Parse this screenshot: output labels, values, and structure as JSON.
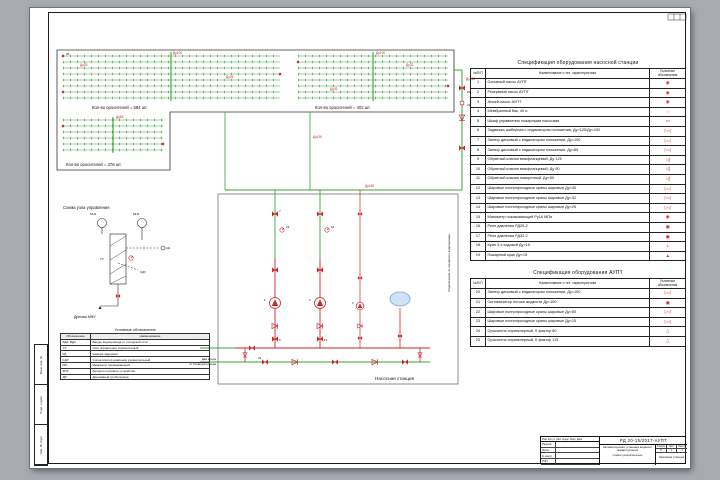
{
  "palette": {
    "background": "#a7abb0",
    "paper": "#ffffff",
    "pipe_green": "#3aa33a",
    "equip_red": "#cc2626",
    "line_black": "#333333",
    "tank_blue": "#cfe2f4"
  },
  "plan": {
    "count_a": "Кол-во оросителей = 584 шт.",
    "count_b": "Кол-во оросителей = 402 шт.",
    "count_c": "Кол-во оросителей = 376 шт.",
    "du": {
      "a": "Ду100",
      "b": "Ду100",
      "c": "Ду65",
      "d": "Ду25",
      "e": "Ду25",
      "f": "Ду32",
      "g": "Ду32",
      "main": "Ду150",
      "header": "Ду150",
      "riser": "Ду150"
    }
  },
  "control": {
    "title": "Схема узла управления",
    "labels": {
      "m1": "МН1",
      "m2": "МН2",
      "kd": "КД",
      "sdu": "СДУ",
      "uu": "УУ"
    },
    "drain": "Дренаж МФУ",
    "legend_caption": "Условные обозначения",
    "legend_headers": {
      "code": "Обозначение",
      "name": "Наименование"
    },
    "legend_rows": [
      {
        "code": "ВД1, ВД2",
        "name": "Вводы водопровода от городской сети"
      },
      {
        "code": "УУ",
        "name": "Узел управления спринклерный"
      },
      {
        "code": "КД",
        "name": "Камера задержки"
      },
      {
        "code": "СДУ",
        "name": "Сигнализатор давления универсальный"
      },
      {
        "code": "МН",
        "name": "Манометр показывающий"
      },
      {
        "code": "ЗПУ",
        "name": "Запорно-пусковое устройство"
      },
      {
        "code": "ДР",
        "name": "Дренажный трубопровод"
      }
    ]
  },
  "station": {
    "label": "Насосная станция",
    "inlet1": "Два ввода",
    "inlet2": "от Горводопровода",
    "side_note": "Подключение от городского водопровода"
  },
  "callouts": {
    "c20": "20",
    "c21": "21",
    "c7": "7",
    "c15": "15",
    "c16": "16",
    "c1": "1",
    "c2": "2",
    "c3": "3",
    "c6": "6",
    "c12": "12",
    "c22": "22",
    "c25": "25"
  },
  "spec1": {
    "title": "Спецификация оборудования насосной станции",
    "headers": {
      "num": "№П/П",
      "name": "Наименование и тех. характеристика",
      "sym": "Условные обозначения"
    },
    "rows": [
      {
        "num": "1",
        "name": "Основной насос АУПТ",
        "sym": "◉"
      },
      {
        "num": "2",
        "name": "Резервный насос АУПТ",
        "sym": "◉"
      },
      {
        "num": "3",
        "name": "Жокей-насос АУПТ",
        "sym": "◉"
      },
      {
        "num": "4",
        "name": "Мембранный бак, 40 л.",
        "sym": "○"
      },
      {
        "num": "5",
        "name": "Шкаф управления пожарными насосами",
        "sym": "▭"
      },
      {
        "num": "6",
        "name": "Задвижка шиберная с индикатором положения, Ду=125/Ду=150",
        "sym": "▷◁"
      },
      {
        "num": "7",
        "name": "Затвор дисковый с индикатором положения, Ду=100",
        "sym": "▷◁"
      },
      {
        "num": "8",
        "name": "Затвор дисковый с индикатором положения, Ду=65",
        "sym": "▷◁"
      },
      {
        "num": "9",
        "name": "Обратный клапан межфланцевый, Ду 125",
        "sym": "◁|"
      },
      {
        "num": "10",
        "name": "Обратный клапан межфланцевый, Ду 80",
        "sym": "◁|"
      },
      {
        "num": "11",
        "name": "Обратный клапан поворотный, Ду=50",
        "sym": "◁|"
      },
      {
        "num": "12",
        "name": "Шаровые полнопроходные краны шаровые Ду=40",
        "sym": "▷◁"
      },
      {
        "num": "13",
        "name": "Шаровые полнопроходные краны шаровые Ду=32",
        "sym": "▷◁"
      },
      {
        "num": "14",
        "name": "Шаровые полнопроходные краны шаровые Ду=25",
        "sym": "▷◁"
      },
      {
        "num": "15",
        "name": "Манометр показывающий Ру16 МПа",
        "sym": "◉"
      },
      {
        "num": "16",
        "name": "Реле давления РД25-2",
        "sym": "▣"
      },
      {
        "num": "17",
        "name": "Реле давления РД32-2",
        "sym": "▣"
      },
      {
        "num": "18",
        "name": "Кран 3-х ходовой Ду=15",
        "sym": "⊥"
      },
      {
        "num": "19",
        "name": "Пожарный кран Ду=15",
        "sym": "▲"
      }
    ]
  },
  "spec2": {
    "title": "Спецификация оборудования АУПТ",
    "headers": {
      "num": "№П/П",
      "name": "Наименование и тех. характеристика",
      "sym": "Условные обозначения"
    },
    "rows": [
      {
        "num": "20",
        "name": "Затвор дисковый с индикатором положения, Ду=150",
        "sym": "▷◁"
      },
      {
        "num": "21",
        "name": "Сигнализатор потока жидкости Ду=150",
        "sym": "▣"
      },
      {
        "num": "22",
        "name": "Шаровые полнопроходные краны шаровые Ду=50",
        "sym": "▷◁"
      },
      {
        "num": "23",
        "name": "Шаровые полнопроходные краны шаровые Ду=15",
        "sym": "▷◁"
      },
      {
        "num": "24",
        "name": "Ороситель спринклерный, К фактор 80",
        "sym": "△"
      },
      {
        "num": "25",
        "name": "Ороситель спринклерный, К фактор 115",
        "sym": "△"
      }
    ]
  },
  "title_block": {
    "designation": "РД 20-15/2017-АУПТ",
    "rev_header": "Изм.  Кол.уч.  Лист  №док.  Подп.  Дата",
    "roles": [
      {
        "r": "Разраб."
      },
      {
        "r": "Пров."
      },
      {
        "r": "Н.контр."
      },
      {
        "r": "ГИП"
      }
    ],
    "project": "Автоматическая установка водяного пожаротушения",
    "drawing": "Схема принципиальная",
    "object": "Насосная станция",
    "stage_label": "Стадия",
    "sheet_label": "Лист",
    "sheets_label": "Листов",
    "stage": "П",
    "sheet": "1",
    "sheets": "1"
  },
  "frame_labels": [
    {
      "t": "Взам. инв. №"
    },
    {
      "t": "Подп. и дата"
    },
    {
      "t": "Инв. № подл."
    }
  ]
}
